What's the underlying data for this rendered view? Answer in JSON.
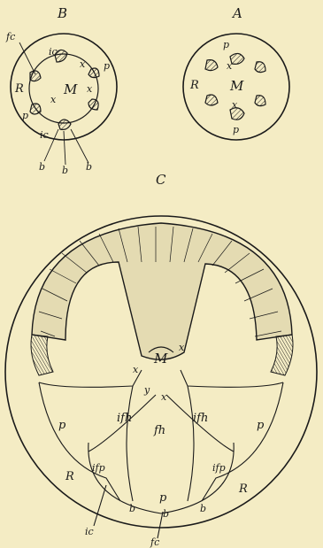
{
  "figures": {
    "A": {
      "caption": "A",
      "labels": {
        "p_top": "p",
        "x_top": "x",
        "R": "R",
        "M": "M",
        "x_bottom": "x",
        "p_bottom": "p"
      }
    },
    "B": {
      "caption": "B",
      "labels": {
        "fc": "fc",
        "ic_top": "ic",
        "R": "R",
        "M": "M",
        "x_left": "x",
        "x_right": "x",
        "x_top": "x",
        "p_right": "p",
        "p_left": "p",
        "ic_bottom": "ic",
        "b1": "b",
        "b2": "b",
        "b3": "b"
      }
    },
    "C": {
      "caption": "C",
      "labels": {
        "M": "M",
        "x_right": "x",
        "x_left": "x",
        "y": "y",
        "x_bottom": "x",
        "p_left": "p",
        "ifh_left": "ifh",
        "fh": "fh",
        "ifh_right": "ifh",
        "p_right": "p",
        "R_left": "R",
        "ifp_left": "ifp",
        "ifp_right": "ifp",
        "R_right": "R",
        "p_bottom": "p",
        "b1": "b",
        "b2": "b",
        "b3": "b",
        "ic": "ic",
        "fc": "fc"
      }
    }
  },
  "colors": {
    "paper": "#f4ecc4",
    "ink": "#1a1a1a"
  }
}
